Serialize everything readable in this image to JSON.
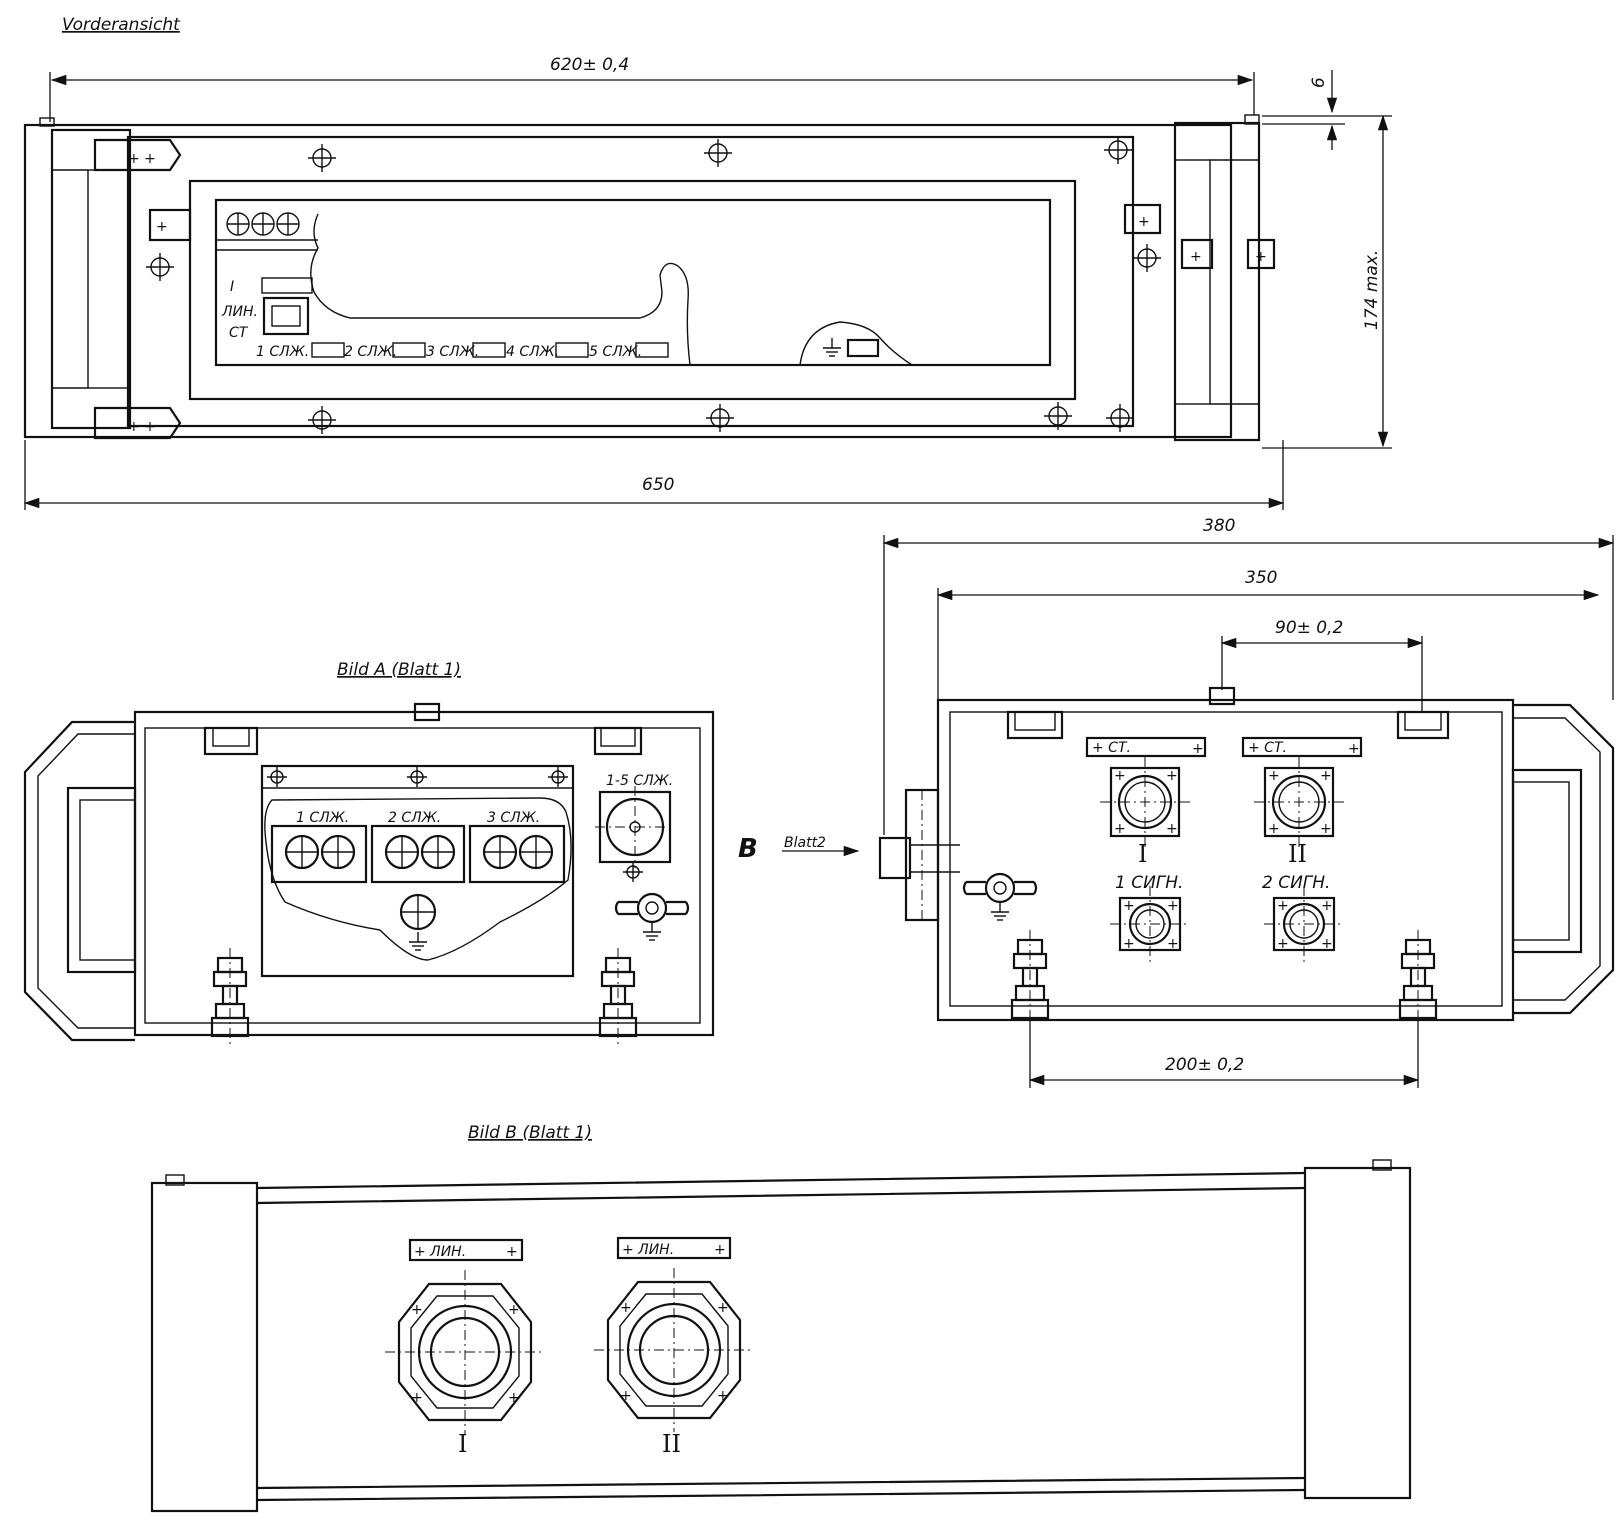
{
  "titles": {
    "front_view": "Vorderansicht",
    "view_a": "Bild A   (Blatt 1)",
    "view_b": "Bild B   (Blatt 1)"
  },
  "dimensions": {
    "inner_width": "620± 0,4",
    "overall_width": "650",
    "top_offset": "6",
    "height": "174 max.",
    "side_depth_total": "380",
    "side_depth_inner": "350",
    "connector_spacing": "90± 0,2",
    "foot_spacing": "200± 0,2"
  },
  "front_panel": {
    "line_I": "I",
    "line_lin": "ЛИН.",
    "line_st": "СТ",
    "slots": [
      "1 СЛЖ.",
      "2 СЛЖ.",
      "3 СЛЖ.",
      "4 СЛЖ.",
      "5 СЛЖ."
    ]
  },
  "view_a": {
    "groups": [
      "1 СЛЖ.",
      "2 СЛЖ.",
      "3 СЛЖ."
    ],
    "connector_label": "1-5 СЛЖ."
  },
  "arrow_view": {
    "letter": "B",
    "note": "Blatt2"
  },
  "side_view": {
    "plate_1": "+ СТ.",
    "plate_2": "+ СТ.",
    "conn_1": "I",
    "conn_2": "II",
    "sig_1": "1 СИГН.",
    "sig_2": "2 СИГН."
  },
  "view_b": {
    "plate_1": "+ ЛИН.",
    "plate_2": "+ ЛИН.",
    "conn_1": "I",
    "conn_2": "II"
  }
}
